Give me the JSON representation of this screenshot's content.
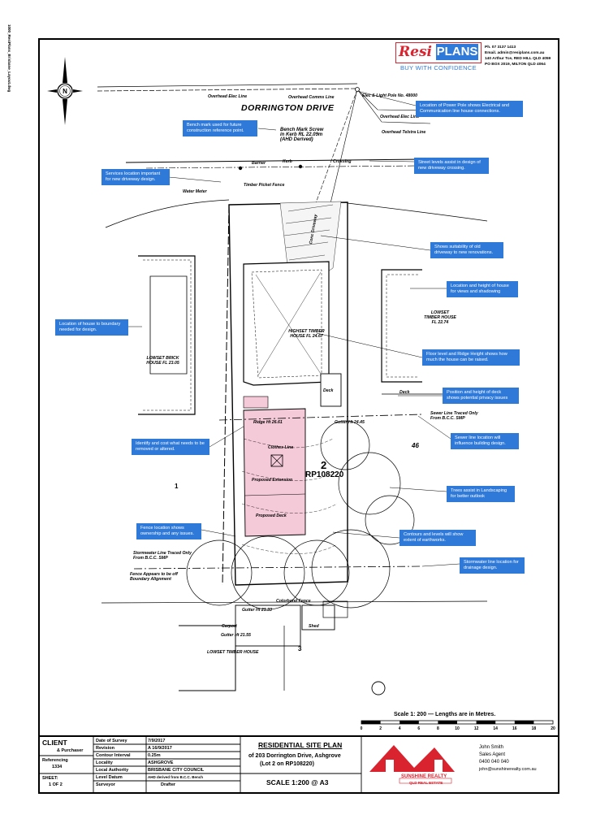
{
  "logo": {
    "resi": "Resi",
    "plans": "PLANS",
    "tagline": "BUY WITH CONFIDENCE"
  },
  "contact": {
    "lines": [
      "Ph. 07 3137 1413",
      "Email. admin@resiplans.com.au",
      "140 Arthur Tce, RED HILL QLD 4059",
      "PO BOX 2019, MILTON QLD 4064"
    ]
  },
  "street": "DORRINGTON DRIVE",
  "callouts": [
    "Location of Power Pole shows Electrical and Communication line house connections.",
    "Bench mark used for future construction reference point.",
    "Street levels assist in design of new driveway crossing.",
    "Services location important for new driveway design.",
    "Shows suitability of old driveway to new renovations.",
    "Location and height of house for views and shadowing",
    "Location of house to boundary needed for design.",
    "Floor level and Ridge Height shows how much the house can be raised.",
    "Position and height of deck shows potential privacy issues",
    "Identify and cost what needs to be removed or altered.",
    "Sewer line location will influence building design.",
    "Trees assist in Landscaping for better outlook",
    "Fence location shows ownership and any issues.",
    "Contours and levels will show extent of earthworks.",
    "Stormwater line location for drainage design."
  ],
  "labels": {
    "overhead_elec": "Overhead Elec Line",
    "overhead_comms": "Overhead Comms Line",
    "elec_light_pole": "Elec & Light Pole No. 48000",
    "overhead_elec_line": "Overhead Elec Line",
    "overhead_telstra": "Overhead Telstra Line",
    "bench_mark": "Bench Mark Screw in Kerb RL 22.09m (AHD Derived)",
    "barrier": "Barrier",
    "kerb": "Kerb",
    "crossing": "Crossing",
    "water_meter": "Water Meter",
    "timber_fence": "Timber Picket Fence",
    "highset_house": "HIGHSET TIMBER HOUSE FL 24.67",
    "lowset_brick": "LOWSET BRICK HOUSE FL 23.05",
    "lowset_timber_right": "LOWSET TIMBER HOUSE FL 22.74",
    "lowset_timber_bottom": "LOWSET TIMBER HOUSE",
    "conc_driveway": "Conc Driveway",
    "lot_2": "2",
    "rp": "RP108220",
    "lot_1": "1",
    "lot_3": "3",
    "lot_46": "46",
    "proposed_extension": "Proposed Extension",
    "proposed_deck": "Proposed Deck",
    "clothes_line": "Clothes Line",
    "deck": "Deck",
    "carport": "Carport",
    "shed": "Shed",
    "colorbond_fence": "Colorbond Fence",
    "sewer_line": "Sewer Line Traced Only From B.C.C. SMP",
    "stormwater_line": "Stormwater Line Traced Only From B.C.C. SMP",
    "fence_appears": "Fence Appears to be off Boundary Alignment",
    "ridge_ht": "Ridge Ht 26.61",
    "gutter_ht": "Gutter Ht 24.45",
    "gutter_ht_2": "Gutter Ht 21.33",
    "gutter_ht_3": "Gutter Ht 21.55"
  },
  "scale_bar": {
    "label": "Scale 1: 200 — Lengths are in Metres.",
    "ticks": [
      "0",
      "2",
      "4",
      "6",
      "8",
      "10",
      "12",
      "14",
      "16",
      "18",
      "20"
    ]
  },
  "title_block": {
    "client_label": "CLIENT",
    "client_value": "& Purchaser",
    "ref_label": "Referencing",
    "ref_value": "1334",
    "sheet_label": "SHEET:",
    "sheet_value": "1 OF 2",
    "date_survey_label": "Date of Survey",
    "date_survey": "7/9/2017",
    "revision_label": "Revision",
    "revision": "A 16/9/2017",
    "contour_label": "Contour Interval",
    "contour": "0.25m",
    "locality_label": "Locality",
    "locality": "ASHGROVE",
    "authority_label": "Local Authority",
    "authority": "BRISBANE CITY COUNCIL",
    "datum_label": "Level Datum",
    "datum": "AHD derived from B.C.C. Bench",
    "surveyor_label": "Surveyor",
    "drafter_label": "Drafter",
    "plan_title": "RESIDENTIAL SITE PLAN",
    "address": "of 203 Dorrington Drive, Ashgrove",
    "lot": "(Lot 2 on RP108220)",
    "scale": "SCALE 1:200 @ A3",
    "agent_name": "John Smith",
    "agent_role": "Sales Agent",
    "agent_phone": "0400 040 040",
    "agent_email": "john@sunshinerealty.com.au",
    "agency": "SUNSHINE REALTY",
    "agency_sub": "QLD REAL ESTATE"
  },
  "colors": {
    "callout": "#2f7ad9",
    "brand_red": "#d9232e",
    "proposed": "#f4c9d8"
  }
}
